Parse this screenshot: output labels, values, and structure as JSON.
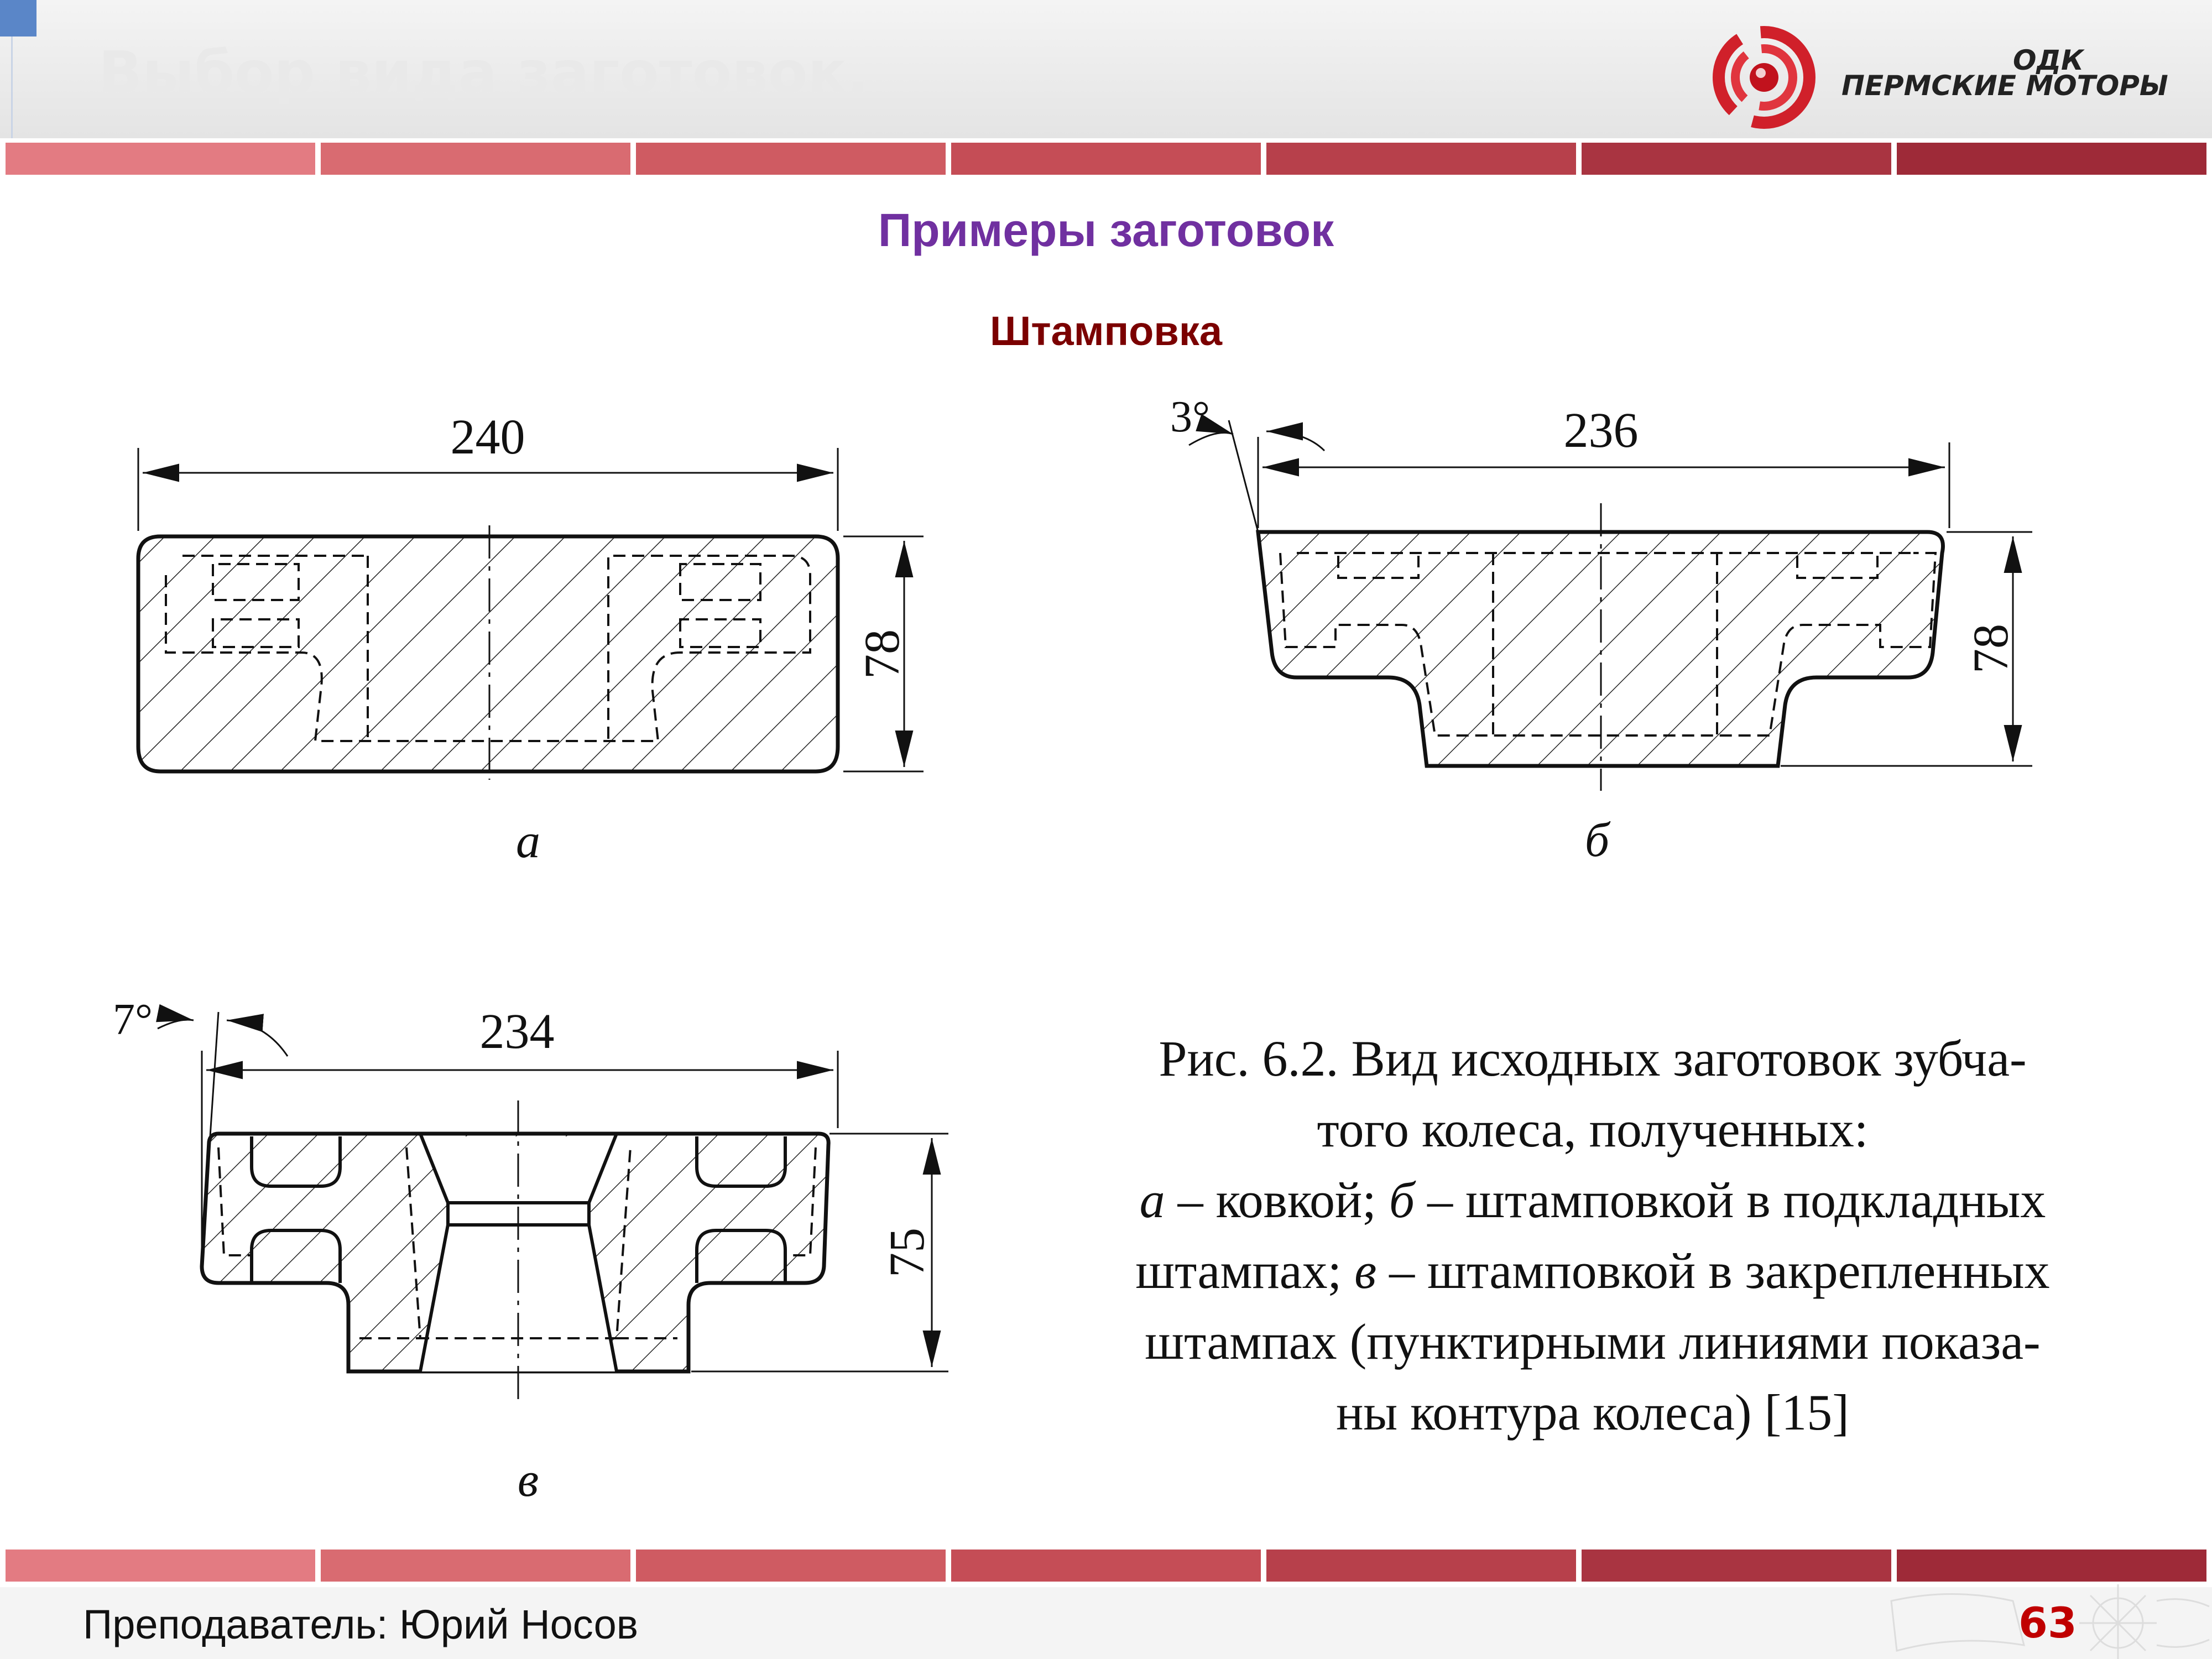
{
  "header": {
    "title": "Выбор вида заготовок.",
    "logo": {
      "line1": "ОДК",
      "line2": "ПЕРМСКИЕ МОТОРЫ",
      "icon": "odk-logo-icon"
    }
  },
  "colors": {
    "bar_segments": [
      "#e37b82",
      "#d96b71",
      "#cf5b62",
      "#c54d56",
      "#b7404b",
      "#a93441",
      "#9e2a38"
    ],
    "heading": "#7030a0",
    "subheading": "#7b0000",
    "page_number": "#c00000"
  },
  "main": {
    "heading": "Примеры заготовок",
    "subheading": "Штамповка"
  },
  "figures": {
    "a": {
      "width": "240",
      "height": "78",
      "label": "а"
    },
    "b": {
      "angle": "3°",
      "width": "236",
      "height": "78",
      "label": "б"
    },
    "c": {
      "angle": "7°",
      "width": "234",
      "height": "75",
      "label": "в"
    }
  },
  "caption": {
    "line1": "Рис. 6.2. Вид исходных заготовок зубча-",
    "line2": "того колеса, полученных:",
    "a_mark": "а",
    "a_text": " – ковкой; ",
    "b_mark": "б",
    "b_text": " – штамповкой в подкладных",
    "line4_start": "штампах; ",
    "c_mark": "в",
    "c_text": " – штамповкой в закрепленных",
    "line5": "штампах (пунктирными линиями показа-",
    "line6": "ны контура колеса) [15]"
  },
  "footer": {
    "teacher": "Преподаватель: Юрий Носов",
    "page": "63"
  }
}
